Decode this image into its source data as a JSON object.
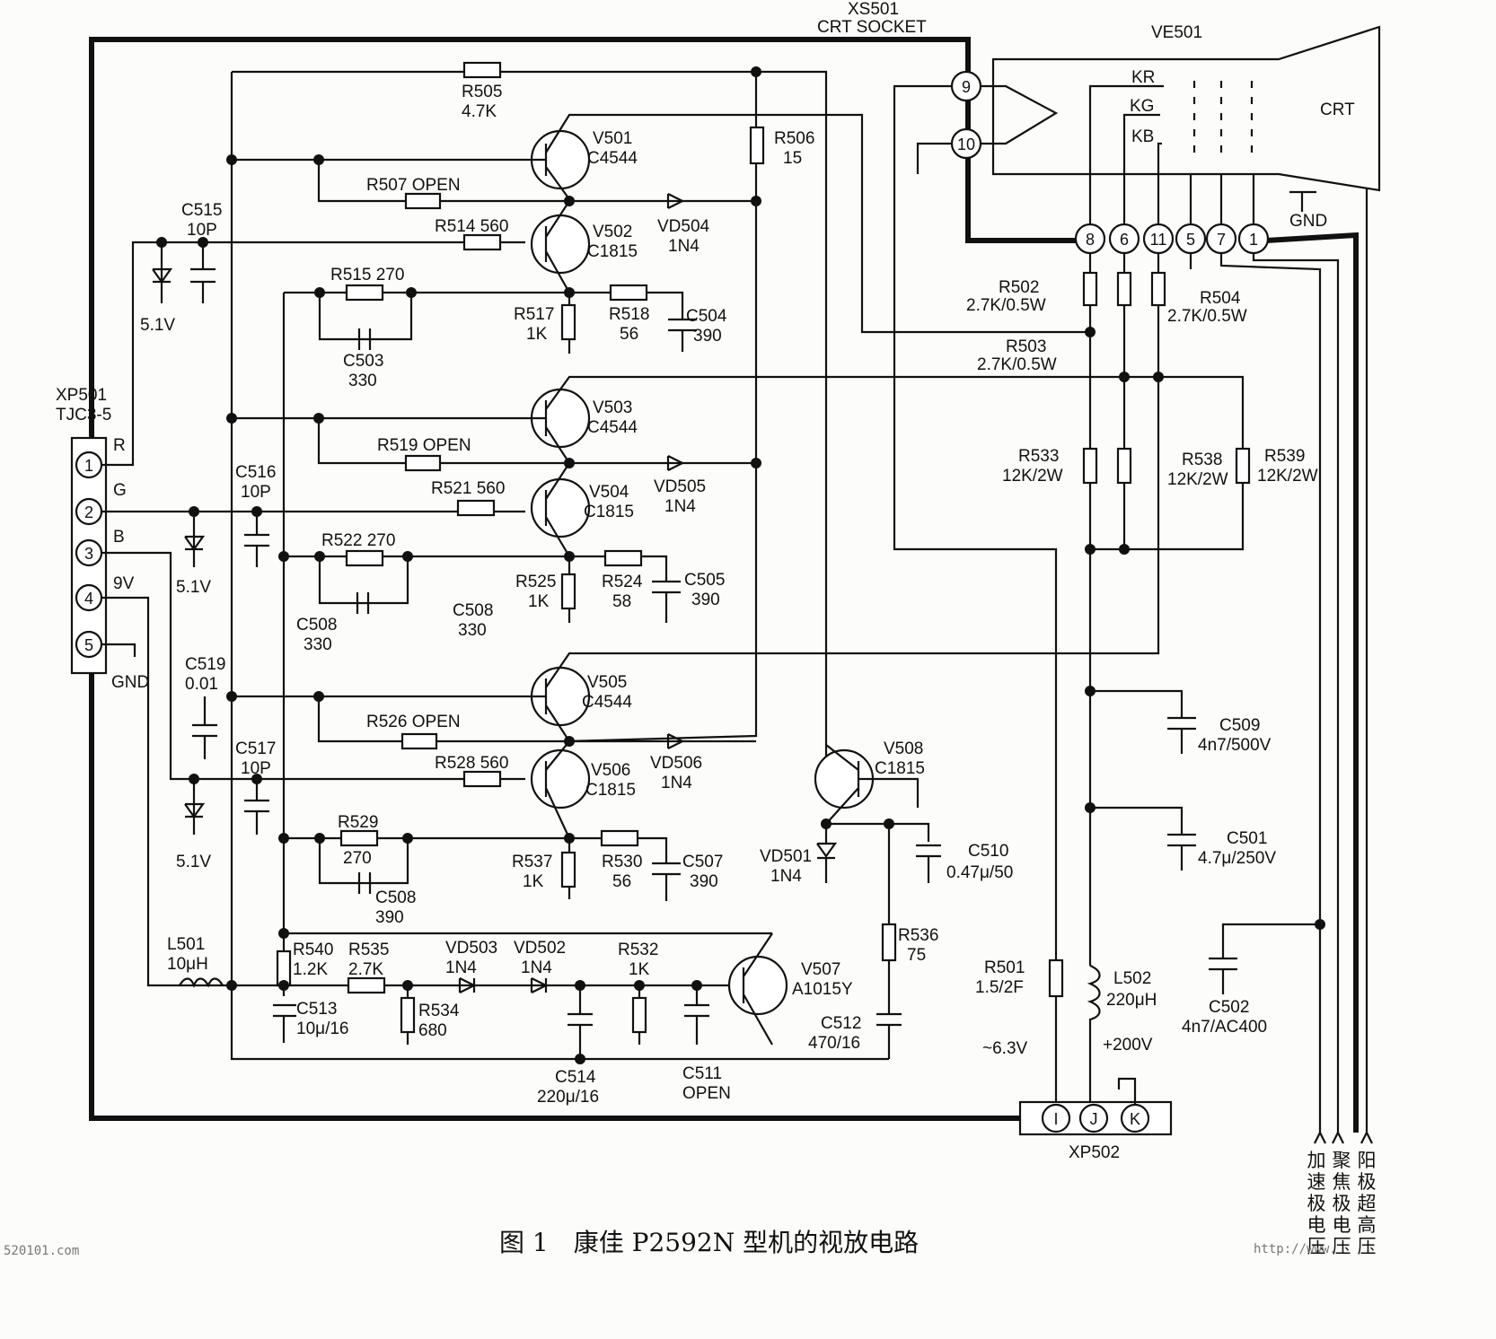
{
  "caption": "图 1　康佳 P2592N 型机的视放电路",
  "watermark_left": "520101.com",
  "watermark_right": "http://www.",
  "connectors": {
    "xp501": {
      "name": "XP501",
      "type": "TJC3-5",
      "pins": [
        "1",
        "2",
        "3",
        "4",
        "5"
      ],
      "signals": [
        "R",
        "G",
        "B",
        "9V",
        "GND"
      ]
    },
    "xs501": {
      "name": "XS501",
      "desc": "CRT SOCKET"
    },
    "xp502": {
      "name": "XP502",
      "pins": [
        "I",
        "J",
        "K"
      ]
    },
    "crt_pins": [
      "9",
      "10",
      "8",
      "6",
      "11",
      "5",
      "7",
      "1"
    ]
  },
  "crt": {
    "name": "VE501",
    "label": "CRT",
    "cathodes": [
      "KR",
      "KG",
      "KB"
    ],
    "gnd": "GND"
  },
  "transistors": [
    {
      "ref": "V501",
      "part": "C4544"
    },
    {
      "ref": "V502",
      "part": "C1815"
    },
    {
      "ref": "V503",
      "part": "C4544"
    },
    {
      "ref": "V504",
      "part": "C1815"
    },
    {
      "ref": "V505",
      "part": "C4544"
    },
    {
      "ref": "V506",
      "part": "C1815"
    },
    {
      "ref": "V507",
      "part": "A1015Y"
    },
    {
      "ref": "V508",
      "part": "C1815"
    }
  ],
  "resistors": [
    {
      "ref": "R505",
      "val": "4.7K"
    },
    {
      "ref": "R506",
      "val": "15"
    },
    {
      "ref": "R507",
      "val": "OPEN"
    },
    {
      "ref": "R514",
      "val": "560"
    },
    {
      "ref": "R515",
      "val": "270"
    },
    {
      "ref": "R517",
      "val": "1K"
    },
    {
      "ref": "R518",
      "val": "56"
    },
    {
      "ref": "R519",
      "val": "OPEN"
    },
    {
      "ref": "R521",
      "val": "560"
    },
    {
      "ref": "R522",
      "val": "270"
    },
    {
      "ref": "R525",
      "val": "1K"
    },
    {
      "ref": "R524",
      "val": "58"
    },
    {
      "ref": "R526",
      "val": "OPEN"
    },
    {
      "ref": "R528",
      "val": "560"
    },
    {
      "ref": "R529",
      "val": "270"
    },
    {
      "ref": "R537",
      "val": "1K"
    },
    {
      "ref": "R530",
      "val": "56"
    },
    {
      "ref": "R540",
      "val": "1.2K"
    },
    {
      "ref": "R535",
      "val": "2.7K"
    },
    {
      "ref": "R534",
      "val": "680"
    },
    {
      "ref": "R532",
      "val": "1K"
    },
    {
      "ref": "R536",
      "val": "75"
    },
    {
      "ref": "R502",
      "val": "2.7K/0.5W"
    },
    {
      "ref": "R503",
      "val": "2.7K/0.5W"
    },
    {
      "ref": "R504",
      "val": "2.7K/0.5W"
    },
    {
      "ref": "R533",
      "val": "12K/2W"
    },
    {
      "ref": "R538",
      "val": "12K/2W"
    },
    {
      "ref": "R539",
      "val": "12K/2W"
    },
    {
      "ref": "R501",
      "val": "1.5/2F"
    }
  ],
  "capacitors": [
    {
      "ref": "C515",
      "val": "10P"
    },
    {
      "ref": "C503",
      "val": "330"
    },
    {
      "ref": "C504",
      "val": "390"
    },
    {
      "ref": "C516",
      "val": "10P"
    },
    {
      "ref": "C508a",
      "val": "330"
    },
    {
      "ref": "C508b",
      "val": "330"
    },
    {
      "ref": "C505",
      "val": "390"
    },
    {
      "ref": "C519",
      "val": "0.01"
    },
    {
      "ref": "C517",
      "val": "10P"
    },
    {
      "ref": "C508c",
      "val": "390"
    },
    {
      "ref": "C507",
      "val": "390"
    },
    {
      "ref": "C510",
      "val": "0.47μ/50"
    },
    {
      "ref": "C513",
      "val": "10μ/16"
    },
    {
      "ref": "C514",
      "val": "220μ/16"
    },
    {
      "ref": "C511",
      "val": "OPEN"
    },
    {
      "ref": "C512",
      "val": "470/16"
    },
    {
      "ref": "C509",
      "val": "4n7/500V"
    },
    {
      "ref": "C501",
      "val": "4.7μ/250V"
    },
    {
      "ref": "C502",
      "val": "4n7/AC400"
    }
  ],
  "diodes": [
    {
      "ref": "VD504",
      "val": "1N4"
    },
    {
      "ref": "VD505",
      "val": "1N4"
    },
    {
      "ref": "VD506",
      "val": "1N4"
    },
    {
      "ref": "VD501",
      "val": "1N4"
    },
    {
      "ref": "VD503",
      "val": "1N4"
    },
    {
      "ref": "VD502",
      "val": "1N4"
    }
  ],
  "zeners": [
    "5.1V",
    "5.1V",
    "5.1V"
  ],
  "inductors": [
    {
      "ref": "L501",
      "val": "10μH"
    },
    {
      "ref": "L502",
      "val": "220μH"
    }
  ],
  "voltages": {
    "heater": "~6.3V",
    "supply": "+200V"
  },
  "vertical_labels": [
    "加速极电压",
    "聚焦极电压",
    "阳极超高压"
  ]
}
